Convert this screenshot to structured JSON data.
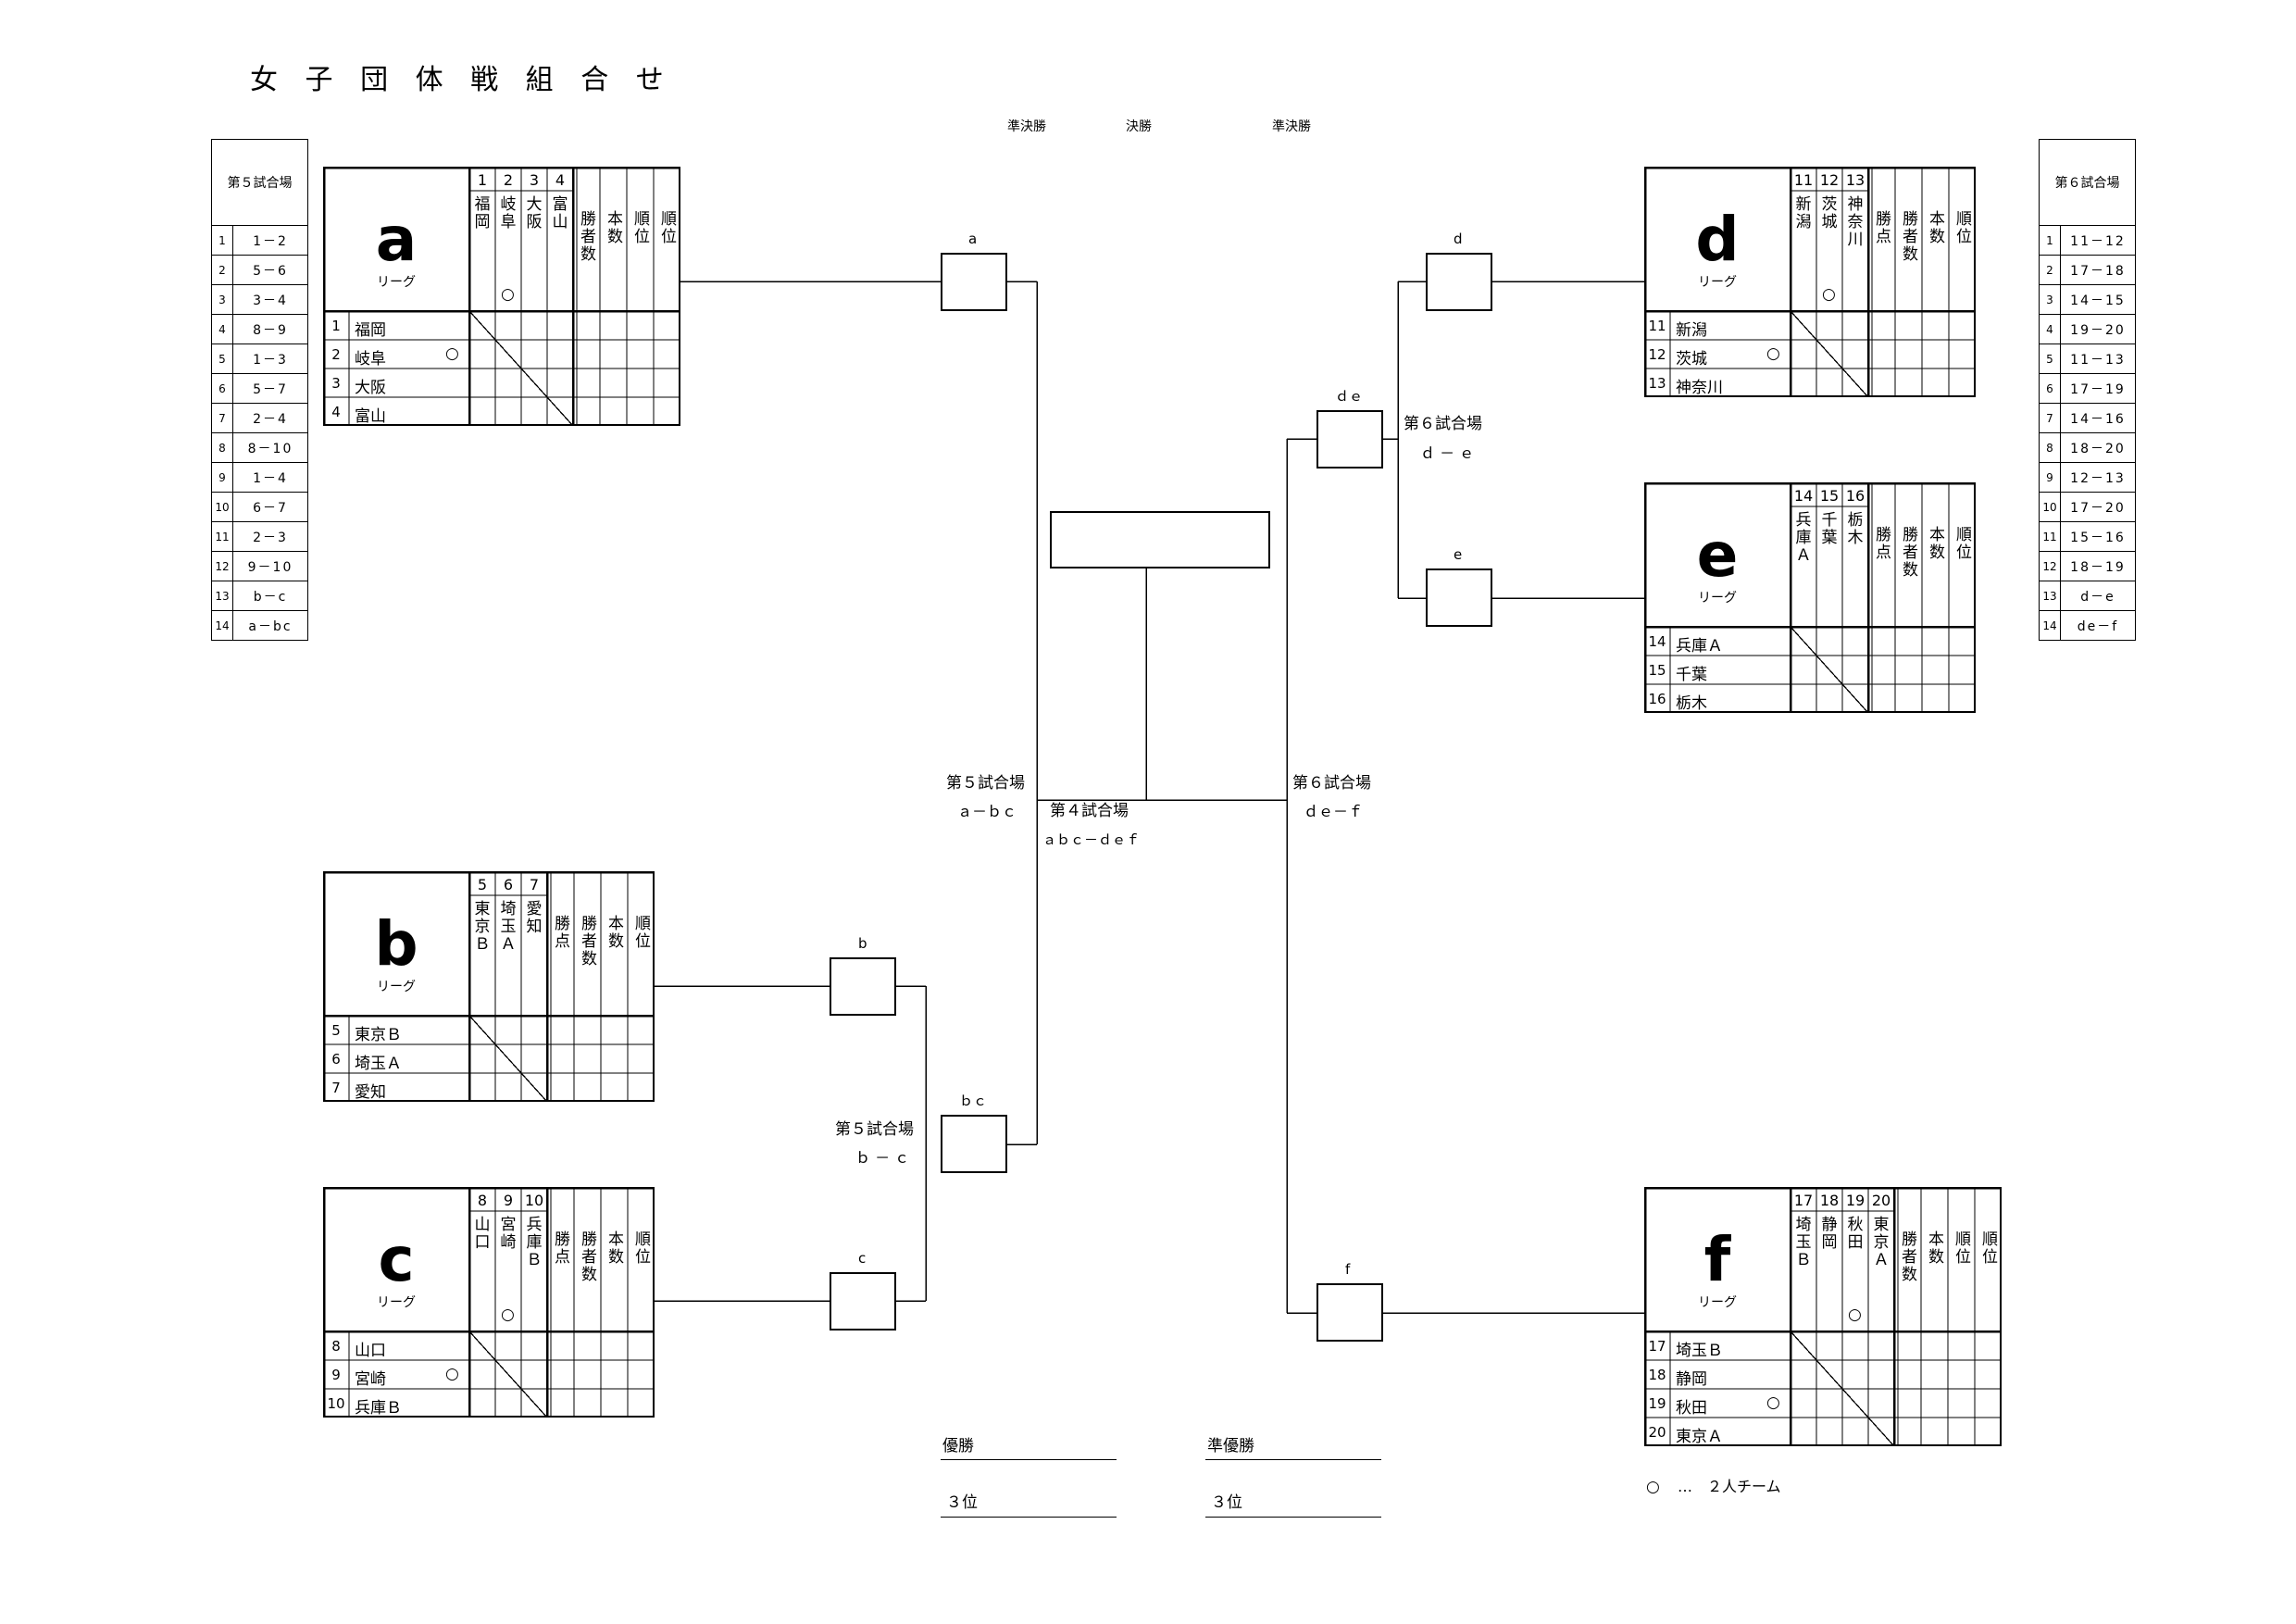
{
  "title": "女 子 団 体 戦 組 合 せ",
  "round_labels": {
    "semi_left": "準決勝",
    "final": "決勝",
    "semi_right": "準決勝"
  },
  "schedules": {
    "left": {
      "title": "第５試合場",
      "rows": [
        {
          "n": "1",
          "m": "1－2"
        },
        {
          "n": "2",
          "m": "5－6"
        },
        {
          "n": "3",
          "m": "3－4"
        },
        {
          "n": "4",
          "m": "8－9"
        },
        {
          "n": "5",
          "m": "1－3"
        },
        {
          "n": "6",
          "m": "5－7"
        },
        {
          "n": "7",
          "m": "2－4"
        },
        {
          "n": "8",
          "m": "8－10"
        },
        {
          "n": "9",
          "m": "1－4"
        },
        {
          "n": "10",
          "m": "6－7"
        },
        {
          "n": "11",
          "m": "2－3"
        },
        {
          "n": "12",
          "m": "9－10"
        },
        {
          "n": "13",
          "m": "b－c"
        },
        {
          "n": "14",
          "m": "a－bc"
        }
      ]
    },
    "right": {
      "title": "第６試合場",
      "rows": [
        {
          "n": "1",
          "m": "11－12"
        },
        {
          "n": "2",
          "m": "17－18"
        },
        {
          "n": "3",
          "m": "14－15"
        },
        {
          "n": "4",
          "m": "19－20"
        },
        {
          "n": "5",
          "m": "11－13"
        },
        {
          "n": "6",
          "m": "17－19"
        },
        {
          "n": "7",
          "m": "14－16"
        },
        {
          "n": "8",
          "m": "18－20"
        },
        {
          "n": "9",
          "m": "12－13"
        },
        {
          "n": "10",
          "m": "17－20"
        },
        {
          "n": "11",
          "m": "15－16"
        },
        {
          "n": "12",
          "m": "18－19"
        },
        {
          "n": "13",
          "m": "d－e"
        },
        {
          "n": "14",
          "m": "de－f"
        }
      ]
    }
  },
  "league_sub": "リーグ",
  "leagues": [
    {
      "id": "a",
      "teams": [
        {
          "n": "1",
          "name": "福岡",
          "two": false
        },
        {
          "n": "2",
          "name": "岐阜",
          "two": true
        },
        {
          "n": "3",
          "name": "大阪",
          "two": false
        },
        {
          "n": "4",
          "name": "富山",
          "two": false
        }
      ],
      "result_cols": [
        "勝者数",
        "本数",
        "順位",
        "順位"
      ]
    },
    {
      "id": "b",
      "teams": [
        {
          "n": "5",
          "name": "東京Ｂ",
          "two": false
        },
        {
          "n": "6",
          "name": "埼玉Ａ",
          "two": false
        },
        {
          "n": "7",
          "name": "愛知",
          "two": false
        }
      ],
      "result_cols": [
        "勝点",
        "勝者数",
        "本数",
        "順位"
      ]
    },
    {
      "id": "c",
      "teams": [
        {
          "n": "8",
          "name": "山口",
          "two": false
        },
        {
          "n": "9",
          "name": "宮崎",
          "two": true
        },
        {
          "n": "10",
          "name": "兵庫Ｂ",
          "two": false
        }
      ],
      "result_cols": [
        "勝点",
        "勝者数",
        "本数",
        "順位"
      ]
    },
    {
      "id": "d",
      "teams": [
        {
          "n": "11",
          "name": "新潟",
          "two": false
        },
        {
          "n": "12",
          "name": "茨城",
          "two": true
        },
        {
          "n": "13",
          "name": "神奈川",
          "two": false
        }
      ],
      "result_cols": [
        "勝点",
        "勝者数",
        "本数",
        "順位"
      ]
    },
    {
      "id": "e",
      "teams": [
        {
          "n": "14",
          "name": "兵庫Ａ",
          "two": false
        },
        {
          "n": "15",
          "name": "千葉",
          "two": false
        },
        {
          "n": "16",
          "name": "栃木",
          "two": false
        }
      ],
      "result_cols": [
        "勝点",
        "勝者数",
        "本数",
        "順位"
      ]
    },
    {
      "id": "f",
      "teams": [
        {
          "n": "17",
          "name": "埼玉Ｂ",
          "two": false
        },
        {
          "n": "18",
          "name": "静岡",
          "two": false
        },
        {
          "n": "19",
          "name": "秋田",
          "two": true
        },
        {
          "n": "20",
          "name": "東京Ａ",
          "two": false
        }
      ],
      "result_cols": [
        "勝者数",
        "本数",
        "順位",
        "順位"
      ]
    }
  ],
  "bracket": {
    "slot_a": "a",
    "slot_b": "b",
    "slot_c": "c",
    "slot_bc": "ｂｃ",
    "slot_d": "d",
    "slot_e": "e",
    "slot_de": "ｄｅ",
    "slot_f": "f",
    "venue5": "第５試合場",
    "venue6": "第６試合場",
    "venue4": "第４試合場",
    "m_bc": "ｂ － ｃ",
    "m_abc": "ａ－ｂｃ",
    "m_de": "ｄ － ｅ",
    "m_def": "ｄｅ－ｆ",
    "m_final": "ａｂｃ－ｄｅｆ"
  },
  "results": {
    "champion": "優勝",
    "runner_up": "準優勝",
    "third_left": "３位",
    "third_right": "３位"
  },
  "legend": {
    "symbol": "○",
    "text": "…　２人チーム"
  }
}
